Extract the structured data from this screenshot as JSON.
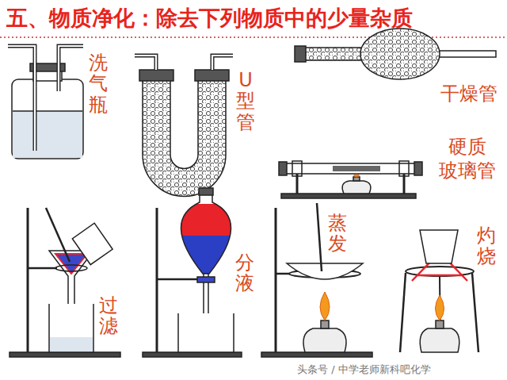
{
  "diagram": {
    "title": "五、物质净化：除去下列物质中的少量杂质",
    "labels": [
      "洗气瓶",
      "U型管",
      "干燥管",
      "硬质 玻璃管",
      "过滤",
      "分液",
      "蒸发",
      "灼烧",
      "头条号 / 中学老师新科吧化学"
    ]
  }
}
